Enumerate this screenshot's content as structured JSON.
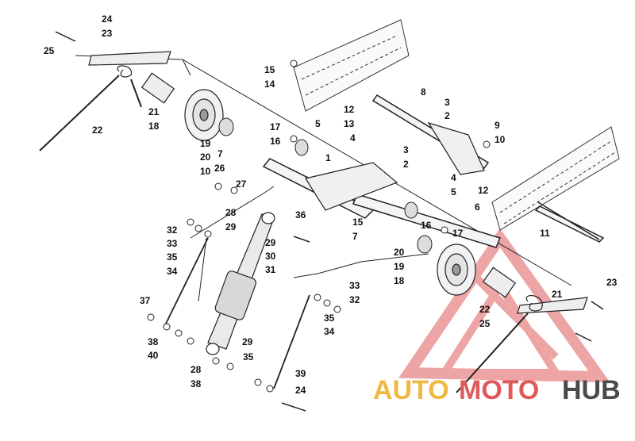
{
  "diagram": {
    "callouts": [
      "24",
      "23",
      "25",
      "22",
      "21",
      "18",
      "19",
      "20",
      "7",
      "26",
      "10",
      "27",
      "28",
      "29",
      "32",
      "33",
      "35",
      "34",
      "17",
      "16",
      "5",
      "4",
      "1",
      "36",
      "15",
      "14",
      "12",
      "13",
      "8",
      "3",
      "2",
      "9",
      "10",
      "3",
      "2",
      "12",
      "4",
      "5",
      "6",
      "11",
      "15",
      "7",
      "16",
      "17",
      "20",
      "19",
      "18",
      "29",
      "30",
      "31",
      "33",
      "32",
      "35",
      "34",
      "37",
      "38",
      "40",
      "29",
      "28",
      "38",
      "35",
      "39",
      "24",
      "23",
      "21",
      "22",
      "25"
    ]
  },
  "watermark": {
    "part1": "AUTO",
    "part2": "MOTO",
    "part3": "HUB"
  }
}
